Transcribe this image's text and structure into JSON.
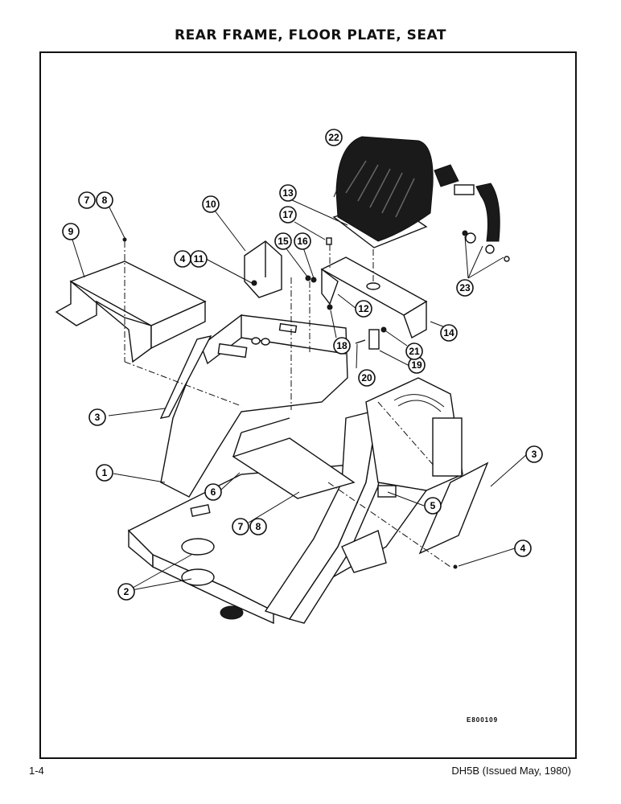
{
  "title": "REAR FRAME, FLOOR PLATE, SEAT",
  "drawing_code": "E800109",
  "footer": {
    "page": "1-4",
    "doc": "DH5B (Issued May, 1980)"
  },
  "callouts": {
    "c1": "1",
    "c2": "2",
    "c3a": "3",
    "c3b": "3",
    "c4a": "4",
    "c4b": "4",
    "c5": "5",
    "c6": "6",
    "c7a": "7",
    "c7b": "7",
    "c8a": "8",
    "c8b": "8",
    "c9": "9",
    "c10": "10",
    "c11": "11",
    "c12": "12",
    "c13": "13",
    "c14": "14",
    "c15": "15",
    "c16": "16",
    "c17": "17",
    "c18": "18",
    "c19": "19",
    "c20": "20",
    "c21": "21",
    "c22": "22",
    "c23": "23"
  }
}
